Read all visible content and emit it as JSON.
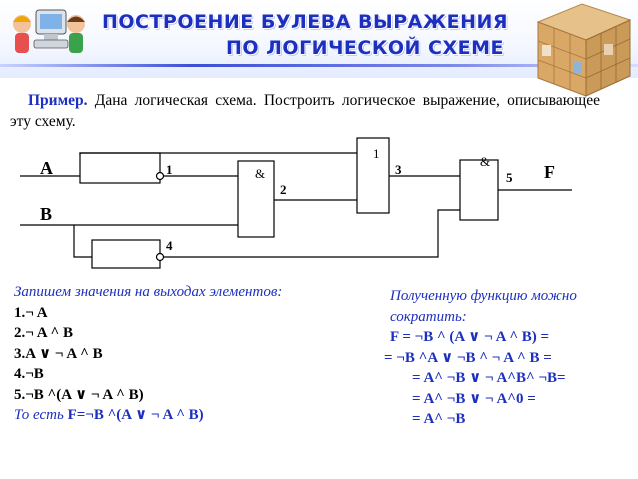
{
  "header": {
    "title_line1": "ПОСТРОЕНИЕ БУЛЕВА  ВЫРАЖЕНИЯ",
    "title_line2": "ПО ЛОГИЧЕСКОЙ СХЕМЕ"
  },
  "example": {
    "lead": "Пример.",
    "text": " Дана логическая схема. Построить логическое выражение, описывающее эту схему."
  },
  "circuit": {
    "input_a": "A",
    "input_b": "B",
    "output_f": "F",
    "gate_or_symbol": "1",
    "gate_and_symbol": "&",
    "gate_and2_symbol": "&",
    "label_1": "1",
    "label_2": "2",
    "label_3": "3",
    "label_4": "4",
    "label_5": "5"
  },
  "outputs": {
    "intro": "Запишем значения на выходах элементов:",
    "lines": [
      "1.¬ A",
      "2.¬ A ^ B",
      "3.A  ∨  ¬ A ^ B",
      "4.¬B",
      "5.¬B ^(A ∨ ¬ A ^ B)"
    ],
    "conclusion_prefix": "То есть ",
    "conclusion_formula": "F=¬B ^(A ∨ ¬ A ^ B)"
  },
  "simplification": {
    "intro_line1": "Полученную функцию можно",
    "intro_line2": "сократить:",
    "lines": [
      "F    = ¬B ^ (A ∨ ¬ A ^ B) =",
      "= ¬B ^A ∨ ¬B ^ ¬ A ^ B =",
      "= A^ ¬B ∨ ¬ A^B^ ¬B=",
      "= A^ ¬B ∨ ¬ A^0 =",
      "= A^ ¬B"
    ]
  },
  "colors": {
    "accent": "#1d2fbf",
    "circuit_stroke": "#000000"
  }
}
